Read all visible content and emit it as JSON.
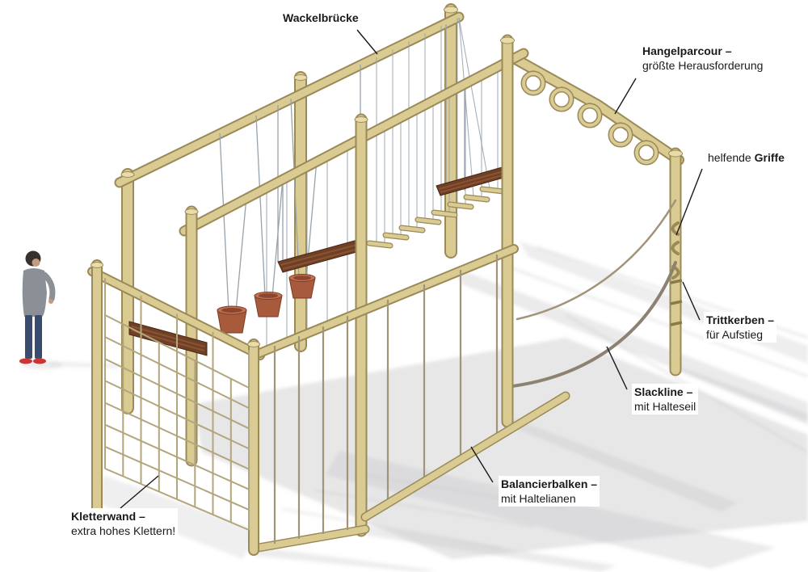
{
  "illustration": {
    "colors": {
      "wood": "#d9cb92",
      "wood_dark": "#9b8a58",
      "wood_light": "#e9dcab",
      "plank": "#6f4026",
      "plank_light": "#8a5334",
      "bucket": "#a85a3c",
      "bucket_rim": "#c4714e",
      "rope": "#a29478",
      "cable": "#97a2ab",
      "net": "#b3a67d",
      "shadow": "#c3c3c6",
      "ink": "#1a1a1a",
      "person_hair": "#35312e",
      "person_skin": "#c49a7e",
      "person_top": "#8b9097",
      "person_jeans": "#3a4c6e",
      "person_shoes": "#cf3333"
    }
  },
  "labels": {
    "wackelbruecke": {
      "title": "Wackelbrücke"
    },
    "hangelparcour": {
      "title": "Hangelparcour –",
      "subtitle": "größte Herausforderung"
    },
    "griffe": {
      "prefix": "helfende",
      "bold": "Griffe"
    },
    "trittkerben": {
      "title": "Trittkerben –",
      "subtitle": "für Aufstieg"
    },
    "slackline": {
      "title": "Slackline –",
      "subtitle": "mit Halteseil"
    },
    "balancierbalken": {
      "title": "Balancierbalken –",
      "subtitle": "mit Haltelianen"
    },
    "kletterwand": {
      "title": "Kletterwand –",
      "subtitle": "extra hohes Klettern!"
    }
  }
}
